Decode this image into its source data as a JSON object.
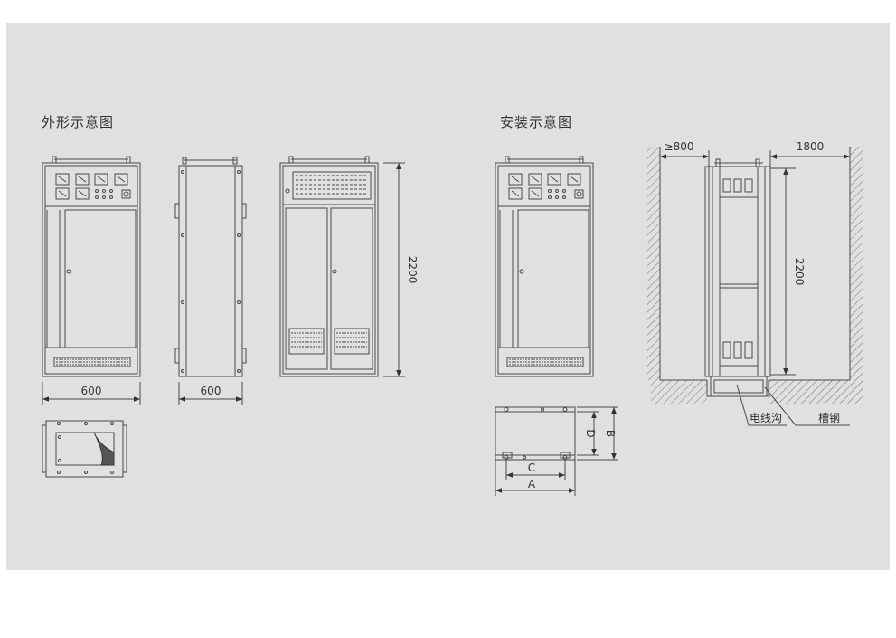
{
  "titles": {
    "outline": "外形示意图",
    "install": "安装示意图"
  },
  "dims": {
    "front_width": "600",
    "side_width": "600",
    "height": "2200",
    "install_height": "2200",
    "front_clearance": "≥800",
    "rear_clearance": "1800",
    "A": "A",
    "B": "B",
    "C": "C",
    "D": "D"
  },
  "labels": {
    "cable_trench": "电线沟",
    "channel_steel": "槽钢"
  },
  "colors": {
    "background": "#e0e0e0",
    "line": "#4a4a4a"
  }
}
